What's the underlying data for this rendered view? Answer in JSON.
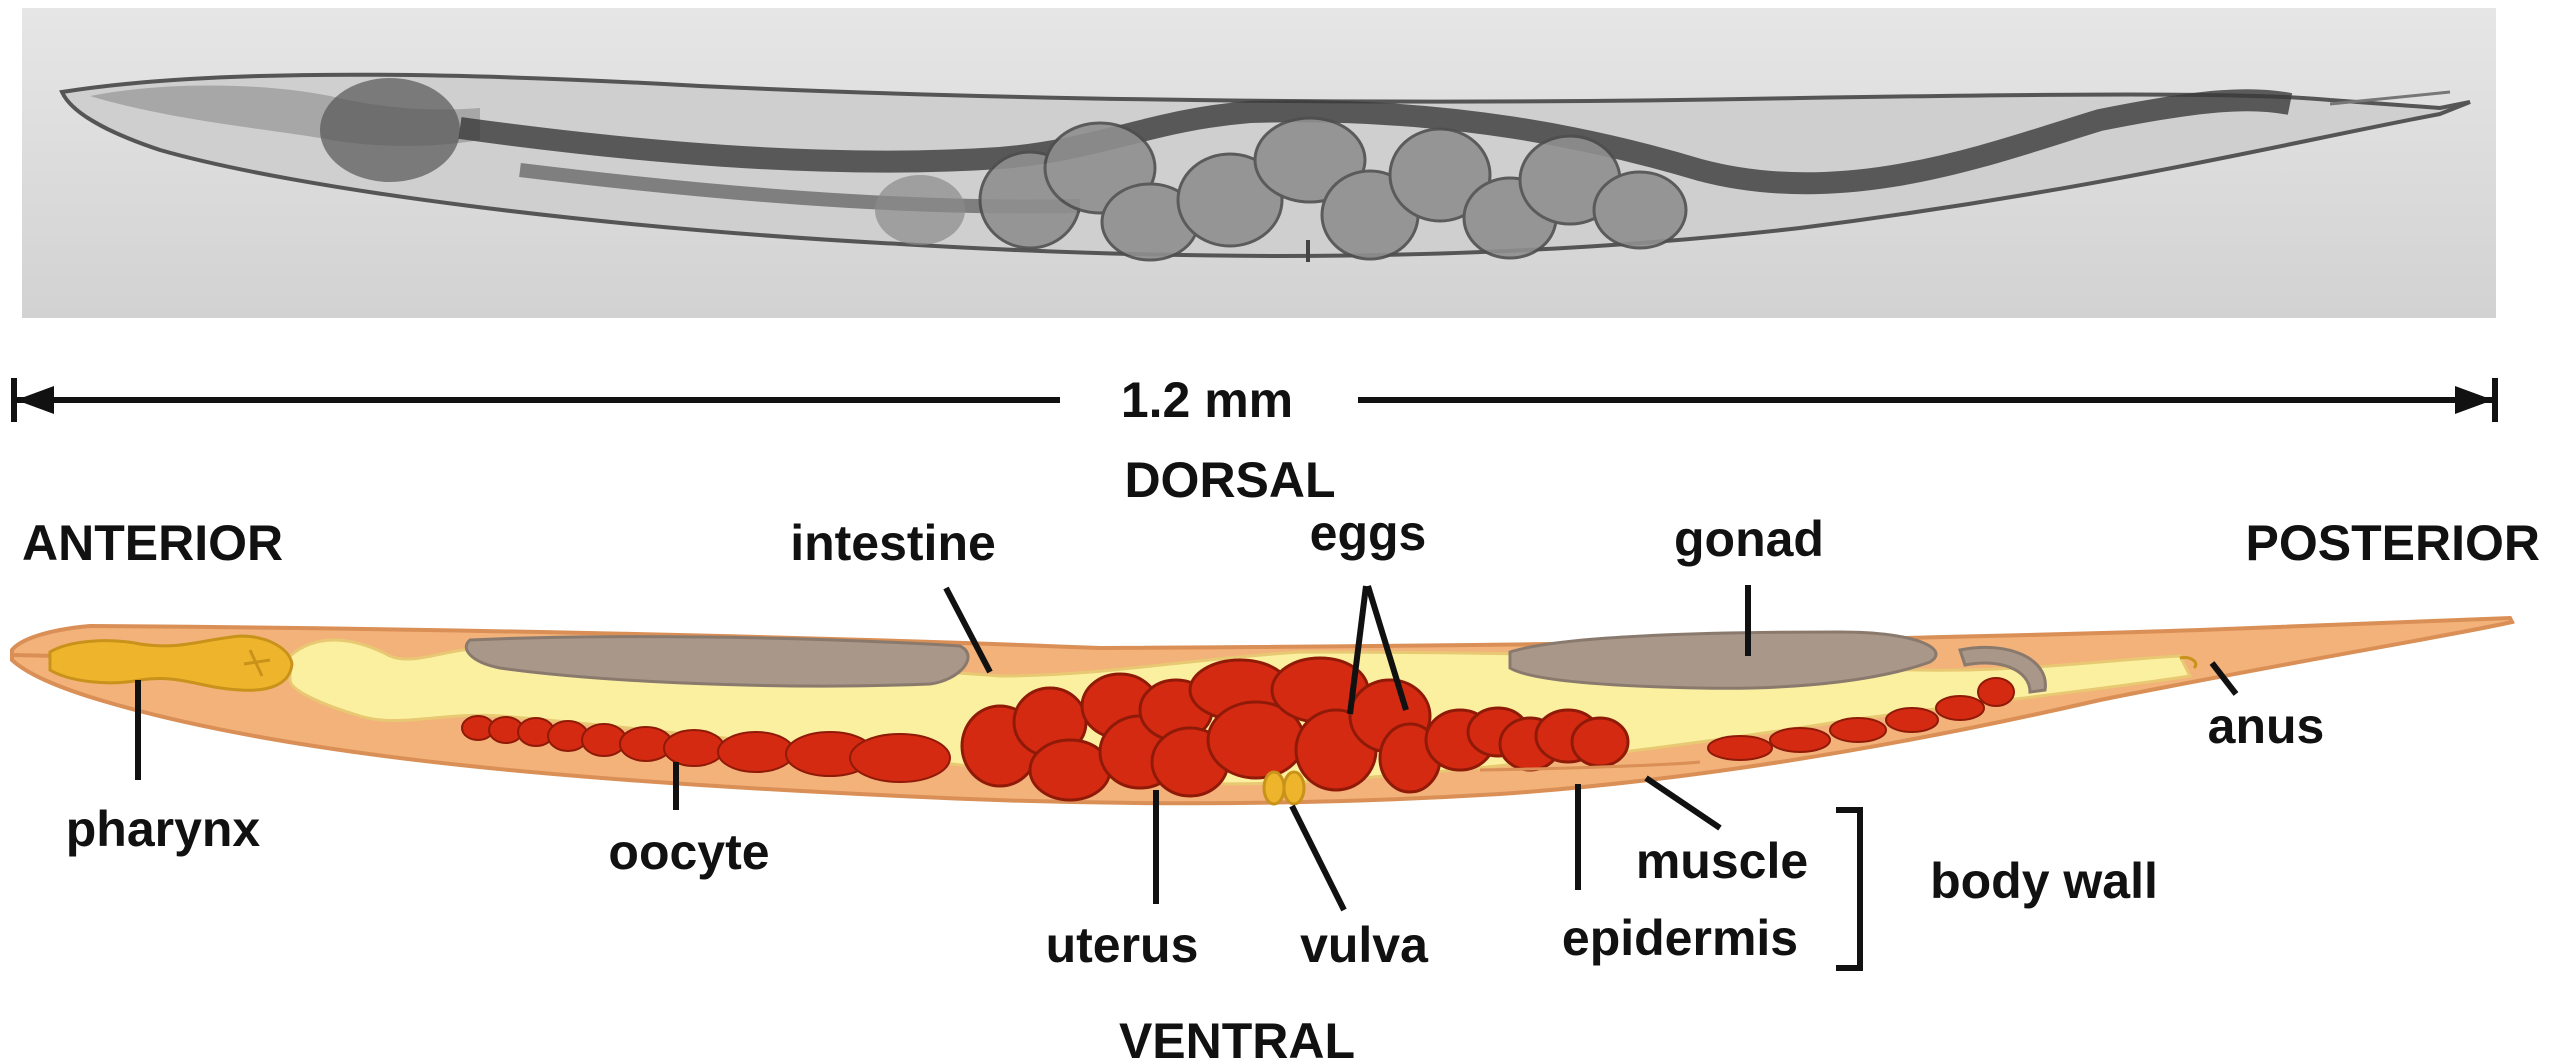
{
  "scale_bar": {
    "label": "1.2 mm"
  },
  "orientation": {
    "dorsal": "DORSAL",
    "ventral": "VENTRAL",
    "anterior": "ANTERIOR",
    "posterior": "POSTERIOR"
  },
  "labels": {
    "intestine": "intestine",
    "eggs": "eggs",
    "gonad": "gonad",
    "anus": "anus",
    "pharynx": "pharynx",
    "oocyte": "oocyte",
    "uterus": "uterus",
    "vulva": "vulva",
    "muscle": "muscle",
    "epidermis": "epidermis",
    "body_wall": "body wall"
  },
  "colors": {
    "body": "#f2b27a",
    "body_outline": "#d98f55",
    "intestine": "#fbf0a0",
    "pharynx": "#eeb52c",
    "gonad": "#a9978a",
    "eggs": "#d42a12",
    "egg_outline": "#8f1a08",
    "photo_bg": "#dcdcdc"
  }
}
